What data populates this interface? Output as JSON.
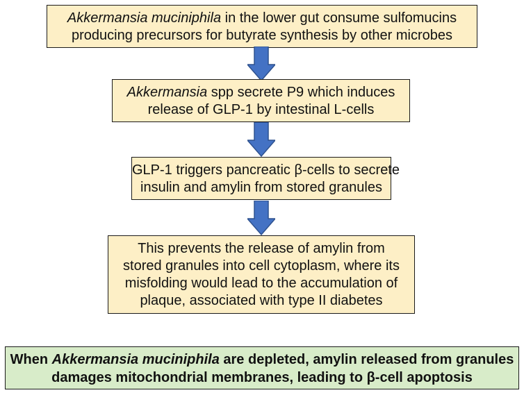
{
  "steps": [
    {
      "lines": [
        {
          "italic": "Akkermansia muciniphila",
          "text": " in the lower gut consume sulfomucins"
        },
        {
          "italic": "",
          "text": "producing precursors for butyrate synthesis by other microbes"
        }
      ]
    },
    {
      "lines": [
        {
          "italic": "Akkermansia",
          "text": " spp secrete P9 which induces"
        },
        {
          "italic": "",
          "text": "release of GLP-1 by intestinal L-cells"
        }
      ]
    },
    {
      "lines": [
        {
          "italic": "",
          "text": "GLP-1 triggers pancreatic β-cells to secrete"
        },
        {
          "italic": "",
          "text": "insulin and amylin from stored granules"
        }
      ]
    },
    {
      "lines": [
        {
          "italic": "",
          "text": "This prevents the release of amylin from"
        },
        {
          "italic": "",
          "text": "stored granules into cell cytoplasm, where its"
        },
        {
          "italic": "",
          "text": "misfolding would lead to the accumulation of"
        },
        {
          "italic": "",
          "text": "plaque, associated with type II diabetes"
        }
      ]
    }
  ],
  "summary": {
    "lines": [
      {
        "prefix": "When ",
        "italic": "Akkermansia muciniphila",
        "text": " are depleted, amylin released from granules"
      },
      {
        "prefix": "",
        "italic": "",
        "text": "damages mitochondrial membranes, leading to β-cell apoptosis"
      }
    ]
  },
  "colors": {
    "step_fill": "#fdefc6",
    "summary_fill": "#d8ecc9",
    "arrow_fill": "#4472c4",
    "arrow_stroke": "#2f528f",
    "border": "#1a1a1a"
  }
}
